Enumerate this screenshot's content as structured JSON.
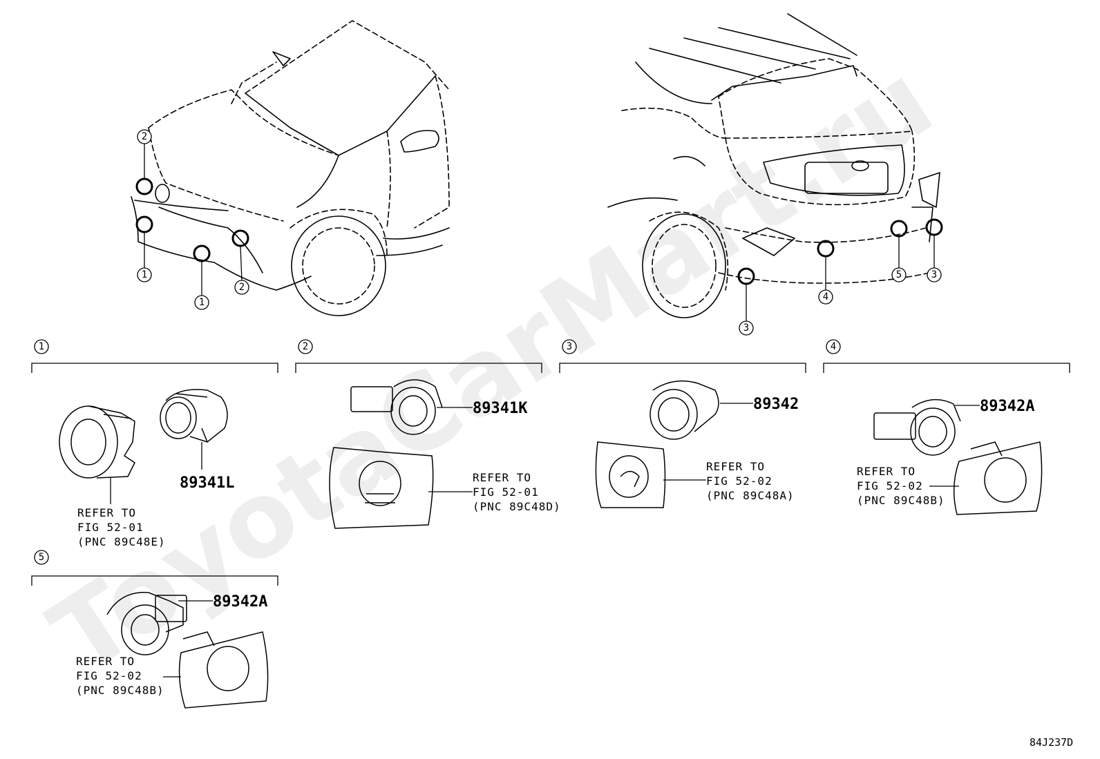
{
  "watermark": "ToyotaCarMart.ru",
  "diagram_code": "84J237D",
  "callouts": {
    "front": [
      "2",
      "1",
      "1",
      "2"
    ],
    "rear": [
      "3",
      "4",
      "5",
      "3"
    ]
  },
  "groups": [
    {
      "number": "1",
      "part": "89341L",
      "refer": [
        "REFER TO",
        "FIG 52-01",
        "(PNC 89C48E)"
      ]
    },
    {
      "number": "2",
      "part": "89341K",
      "refer": [
        "REFER TO",
        "FIG 52-01",
        "(PNC 89C48D)"
      ]
    },
    {
      "number": "3",
      "part": "89342",
      "refer": [
        "REFER TO",
        "FIG 52-02",
        "(PNC 89C48A)"
      ]
    },
    {
      "number": "4",
      "part": "89342A",
      "refer": [
        "REFER TO",
        "FIG 52-02",
        "(PNC 89C48B)"
      ]
    },
    {
      "number": "5",
      "part": "89342A",
      "refer": [
        "REFER TO",
        "FIG 52-02",
        "(PNC 89C48B)"
      ]
    }
  ]
}
